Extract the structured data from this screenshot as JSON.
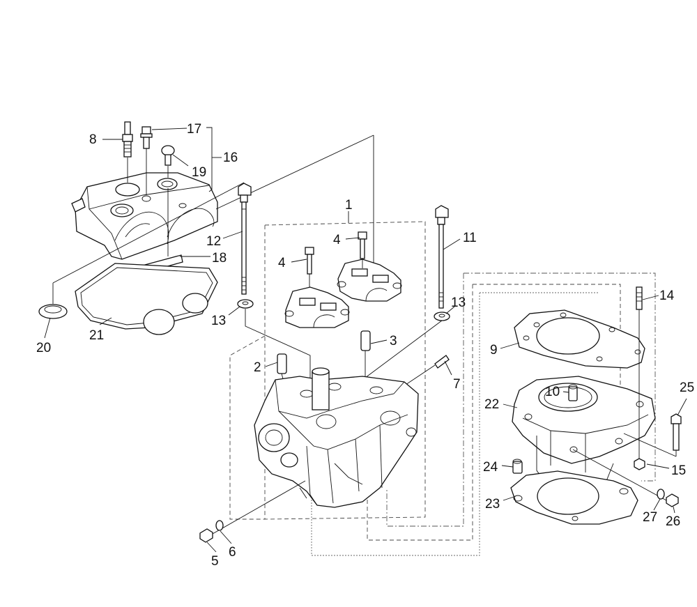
{
  "callouts": {
    "c1": "1",
    "c2": "2",
    "c3": "3",
    "c4a": "4",
    "c4b": "4",
    "c5": "5",
    "c6": "6",
    "c7": "7",
    "c8": "8",
    "c9": "9",
    "c10": "10",
    "c11": "11",
    "c12": "12",
    "c13a": "13",
    "c13b": "13",
    "c14": "14",
    "c15": "15",
    "c16": "16",
    "c17": "17",
    "c18": "18",
    "c19": "19",
    "c20": "20",
    "c21": "21",
    "c22": "22",
    "c23": "23",
    "c24": "24",
    "c25": "25",
    "c26": "26",
    "c27": "27"
  }
}
